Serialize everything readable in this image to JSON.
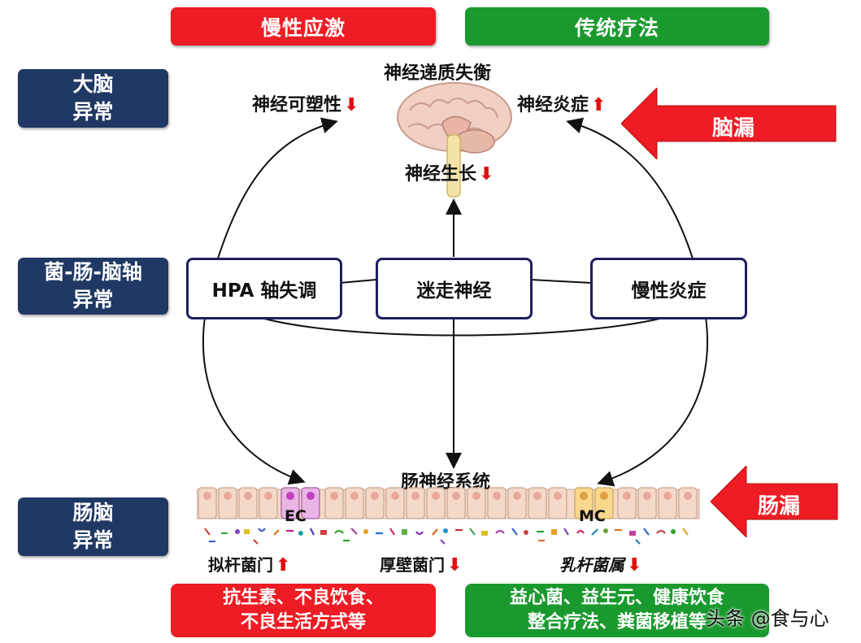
{
  "headers": {
    "chronic_stress": "慢性应激",
    "traditional_therapy": "传统疗法"
  },
  "side_labels": [
    {
      "line1": "大脑",
      "line2": "异常"
    },
    {
      "line1": "菌-肠-脑轴",
      "line2": "异常"
    },
    {
      "line1": "肠脑",
      "line2": "异常"
    }
  ],
  "brain": {
    "neurotransmitter": "神经递质失衡",
    "plasticity": "神经可塑性",
    "inflammation": "神经炎症",
    "growth": "神经生长"
  },
  "arrows": {
    "up": "⬆",
    "down": "⬇"
  },
  "leaky": {
    "brain": "脑漏",
    "gut": "肠漏"
  },
  "nodes": {
    "hpa": "HPA 轴失调",
    "vagus": "迷走神经",
    "chronic_inflammation": "慢性炎症"
  },
  "gut": {
    "enteric": "肠神经系统",
    "ec": "EC",
    "mc": "MC",
    "bacteroides": "拟杆菌门",
    "firmicutes": "厚壁菌门",
    "lactobacillus": "乳杆菌属"
  },
  "bottom": {
    "red_line1": "抗生素、不良饮食、",
    "red_line2": "不良生活方式等",
    "green_line1": "益心菌、益生元、健康饮食",
    "green_line2": "整合疗法、粪菌移植等"
  },
  "watermark": "头条 @食与心",
  "colors": {
    "red": "#ee1c24",
    "green": "#1a9a2e",
    "navy": "#1f3864",
    "arrow_red": "#e01010"
  }
}
